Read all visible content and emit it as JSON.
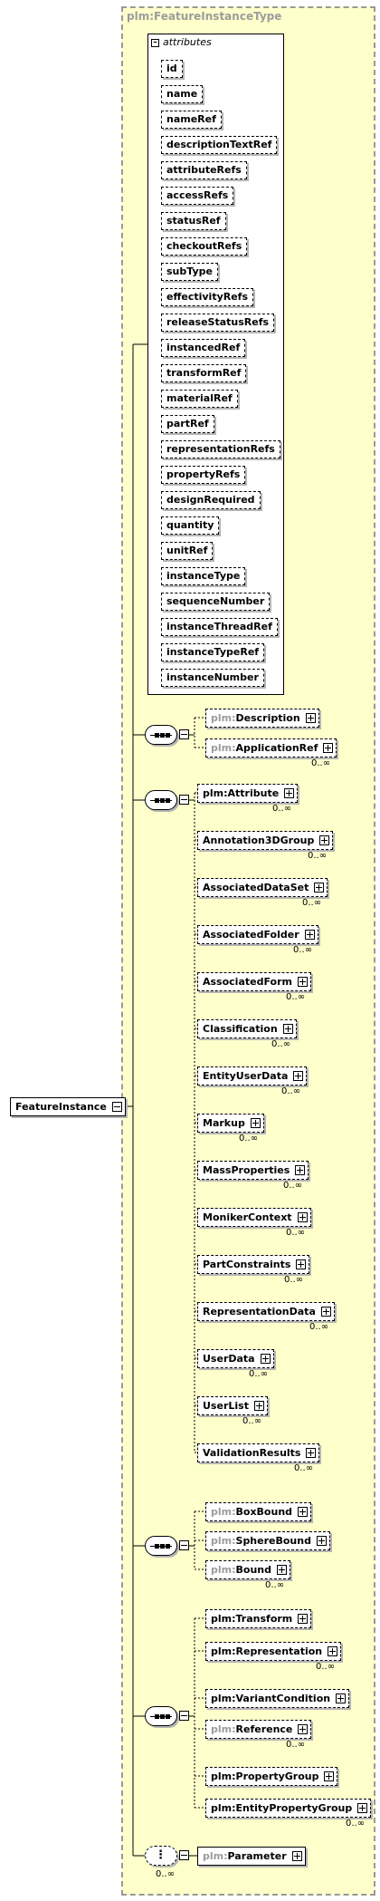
{
  "type_name": {
    "prefix": "plm:",
    "name": "FeatureInstanceType"
  },
  "root": {
    "label": "FeatureInstance"
  },
  "attributes": {
    "header": "attributes",
    "items": [
      "id",
      "name",
      "nameRef",
      "descriptionTextRef",
      "attributeRefs",
      "accessRefs",
      "statusRef",
      "checkoutRefs",
      "subType",
      "effectivityRefs",
      "releaseStatusRefs",
      "instancedRef",
      "transformRef",
      "materialRef",
      "partRef",
      "representationRefs",
      "propertyRefs",
      "designRequired",
      "quantity",
      "unitRef",
      "instanceType",
      "sequenceNumber",
      "instanceThreadRef",
      "instanceTypeRef",
      "instanceNumber"
    ]
  },
  "groups": [
    {
      "children": [
        {
          "prefix": "plm:",
          "name": "Description",
          "optional": true
        },
        {
          "prefix": "plm:",
          "name": "ApplicationRef",
          "optional": true,
          "cardinality": "0..∞"
        }
      ]
    },
    {
      "children": [
        {
          "prefix": "plm:",
          "name": "Attribute",
          "cardinality": "0..∞",
          "optional": true,
          "prefixDark": true
        },
        {
          "prefix": "",
          "name": "Annotation3DGroup",
          "cardinality": "0..∞",
          "optional": true
        },
        {
          "prefix": "",
          "name": "AssociatedDataSet",
          "cardinality": "0..∞",
          "optional": true
        },
        {
          "prefix": "",
          "name": "AssociatedFolder",
          "cardinality": "0..∞",
          "optional": true
        },
        {
          "prefix": "",
          "name": "AssociatedForm",
          "cardinality": "0..∞",
          "optional": true
        },
        {
          "prefix": "",
          "name": "Classification",
          "cardinality": "0..∞",
          "optional": true
        },
        {
          "prefix": "",
          "name": "EntityUserData",
          "cardinality": "0..∞",
          "optional": true
        },
        {
          "prefix": "",
          "name": "Markup",
          "cardinality": "0..∞",
          "optional": true
        },
        {
          "prefix": "",
          "name": "MassProperties",
          "cardinality": "0..∞",
          "optional": true
        },
        {
          "prefix": "",
          "name": "MonikerContext",
          "cardinality": "0..∞",
          "optional": true
        },
        {
          "prefix": "",
          "name": "PartConstraints",
          "cardinality": "0..∞",
          "optional": true
        },
        {
          "prefix": "",
          "name": "RepresentationData",
          "cardinality": "0..∞",
          "optional": true
        },
        {
          "prefix": "",
          "name": "UserData",
          "cardinality": "0..∞",
          "optional": true
        },
        {
          "prefix": "",
          "name": "UserList",
          "cardinality": "0..∞",
          "optional": true
        },
        {
          "prefix": "",
          "name": "ValidationResults",
          "cardinality": "0..∞",
          "optional": true
        }
      ]
    },
    {
      "children": [
        {
          "prefix": "plm:",
          "name": "BoxBound",
          "optional": true
        },
        {
          "prefix": "plm:",
          "name": "SphereBound",
          "optional": true
        },
        {
          "prefix": "plm:",
          "name": "Bound",
          "optional": true,
          "cardinality": "0..∞"
        }
      ]
    },
    {
      "children": [
        {
          "prefix": "plm:",
          "name": "Transform",
          "optional": true,
          "prefixDark": true
        },
        {
          "prefix": "plm:",
          "name": "Representation",
          "optional": true,
          "prefixDark": true,
          "cardinality": "0..∞"
        },
        {
          "prefix": "plm:",
          "name": "VariantCondition",
          "optional": true,
          "prefixDark": true
        },
        {
          "prefix": "plm:",
          "name": "Reference",
          "optional": true,
          "cardinality": "0..∞"
        },
        {
          "prefix": "plm:",
          "name": "PropertyGroup",
          "optional": true,
          "prefixDark": true
        },
        {
          "prefix": "plm:",
          "name": "EntityPropertyGroup",
          "optional": true,
          "prefixDark": true,
          "cardinality": "0..∞"
        }
      ]
    }
  ],
  "choice": {
    "cardinality": "0..∞",
    "child": {
      "prefix": "plm:",
      "name": "Parameter"
    }
  },
  "colors": {
    "panel": "#ffffcc",
    "panel_border": "#999999",
    "prefix": "#9c9c9c",
    "shadow": "#b5b5b5"
  }
}
